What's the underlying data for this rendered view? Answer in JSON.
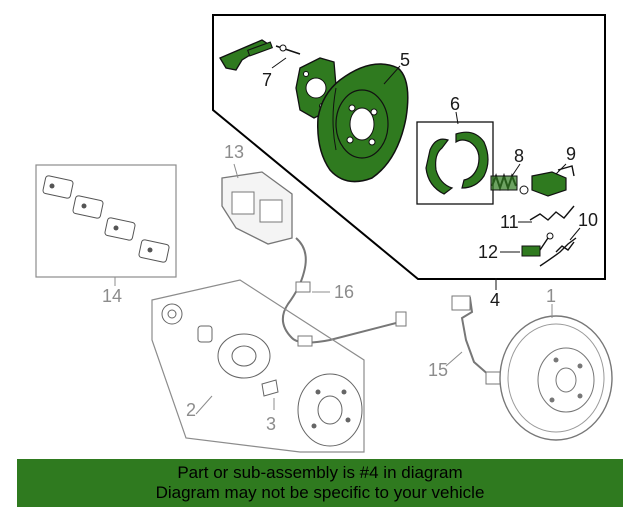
{
  "callouts": {
    "c1": "1",
    "c2": "2",
    "c3": "3",
    "c4": "4",
    "c5": "5",
    "c6": "6",
    "c7": "7",
    "c8": "8",
    "c9": "9",
    "c10": "10",
    "c11": "11",
    "c12": "12",
    "c13": "13",
    "c14": "14",
    "c15": "15",
    "c16": "16"
  },
  "banner": {
    "line1": "Part or sub-assembly is #4 in diagram",
    "line2": "Diagram may not be specific to your vehicle"
  },
  "colors": {
    "highlight": "#2f7a1f",
    "part_fill": "#2f7a1f",
    "outline": "#1a1a1a",
    "unselected": "#8c8c8c"
  }
}
